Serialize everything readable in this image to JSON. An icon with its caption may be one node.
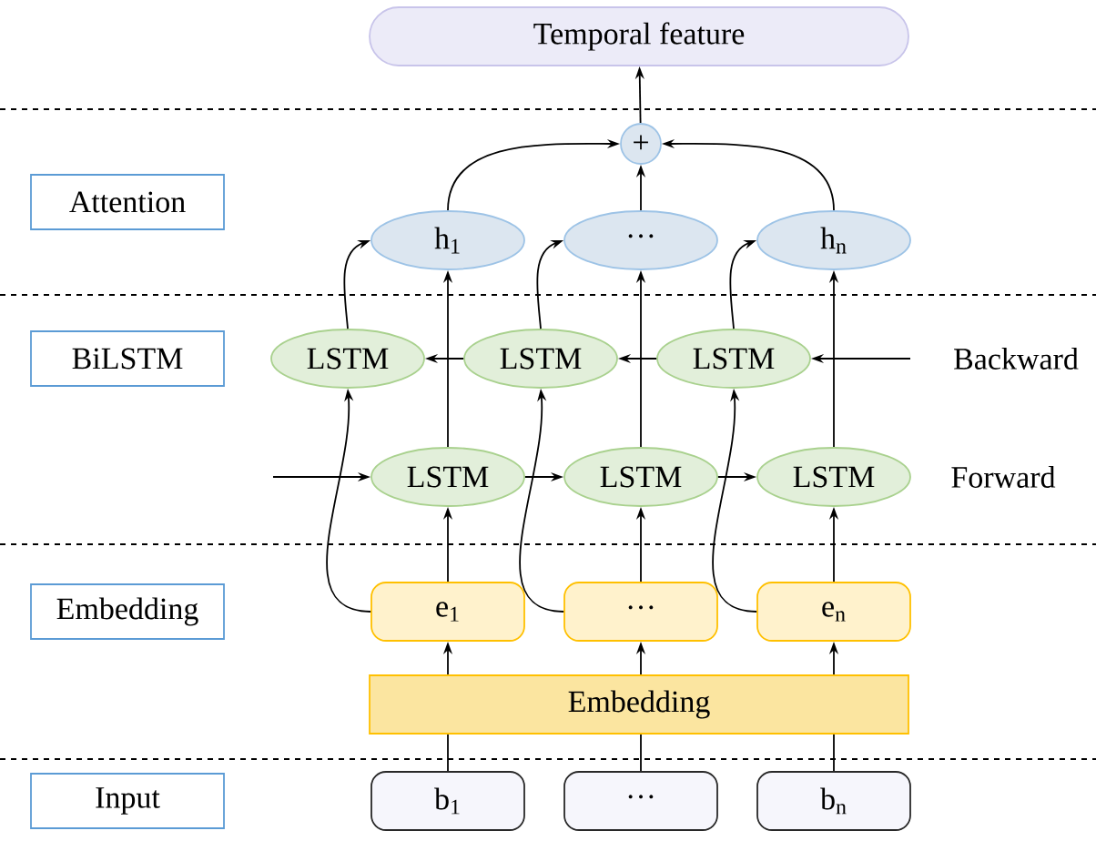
{
  "diagram": {
    "nodes": [
      {
        "text": [
          "Temporal feature"
        ]
      },
      {
        "text": [
          "Attention"
        ]
      },
      {
        "text": [
          "+"
        ]
      },
      {
        "text": [
          "h$_{1}$"
        ]
      },
      {
        "text": [
          "···"
        ]
      },
      {
        "text": [
          "h$_{n}$"
        ]
      },
      {
        "text": [
          "BiLSTM"
        ]
      },
      {
        "text": [
          "LSTM"
        ]
      },
      {
        "text": [
          "LSTM"
        ]
      },
      {
        "text": [
          "LSTM"
        ]
      },
      {
        "text": [
          "LSTM"
        ]
      },
      {
        "text": [
          "LSTM"
        ]
      },
      {
        "text": [
          "LSTM"
        ]
      },
      {
        "text": [
          "Embedding"
        ]
      },
      {
        "text": [
          "e$_{1}$"
        ]
      },
      {
        "text": [
          "···"
        ]
      },
      {
        "text": [
          "e$_{n}$"
        ]
      },
      {
        "text": [
          "Embedding"
        ]
      },
      {
        "text": [
          "Input"
        ]
      },
      {
        "text": [
          "b$_{1}$"
        ]
      },
      {
        "text": [
          "···"
        ]
      },
      {
        "text": [
          "b$_{n}$"
        ]
      }
    ],
    "edges": [
      {
        "from": 2,
        "to": 0,
        "arrow": "to"
      },
      {
        "from": 3,
        "to": 2,
        "arrow": "to"
      },
      {
        "from": 4,
        "to": 2,
        "arrow": "to"
      },
      {
        "from": 5,
        "to": 2,
        "arrow": "to"
      },
      {
        "from": null,
        "to": 9,
        "arrow": "to"
      },
      {
        "from": 9,
        "to": 8,
        "arrow": "to"
      },
      {
        "from": 8,
        "to": 7,
        "arrow": "to"
      },
      {
        "from": 7,
        "to": 3,
        "arrow": "to"
      },
      {
        "from": 8,
        "to": 4,
        "arrow": "to"
      },
      {
        "from": 9,
        "to": 5,
        "arrow": "to"
      },
      {
        "from": null,
        "to": 10,
        "arrow": "to"
      },
      {
        "from": 10,
        "to": 11,
        "arrow": "to"
      },
      {
        "from": 11,
        "to": 12,
        "arrow": "to"
      },
      {
        "from": 10,
        "to": 3,
        "arrow": "to"
      },
      {
        "from": 11,
        "to": 4,
        "arrow": "to"
      },
      {
        "from": 12,
        "to": 5,
        "arrow": "to"
      },
      {
        "from": 14,
        "to": 10,
        "arrow": "to"
      },
      {
        "from": 15,
        "to": 11,
        "arrow": "to"
      },
      {
        "from": 16,
        "to": 12,
        "arrow": "to"
      },
      {
        "from": 14,
        "to": 7,
        "arrow": "to"
      },
      {
        "from": 15,
        "to": 8,
        "arrow": "to"
      },
      {
        "from": 16,
        "to": 9,
        "arrow": "to"
      },
      {
        "from": 17,
        "to": 14,
        "arrow": "to"
      },
      {
        "from": 17,
        "to": 15,
        "arrow": "to"
      },
      {
        "from": 17,
        "to": 16,
        "arrow": "to"
      },
      {
        "from": 19,
        "to": 17,
        "arrow": "none"
      },
      {
        "from": 20,
        "to": 17,
        "arrow": "none"
      },
      {
        "from": 21,
        "to": 17,
        "arrow": "none"
      }
    ],
    "labels": [
      "Backward",
      "Forward"
    ]
  }
}
